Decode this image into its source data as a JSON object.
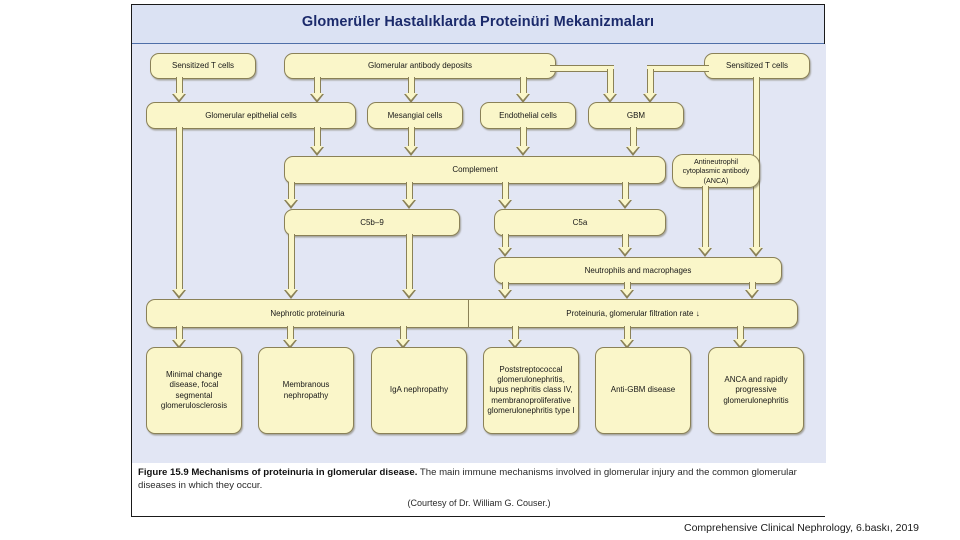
{
  "figure": {
    "title": "Glomerüler Hastalıklarda Proteinüri Mekanizmaları",
    "caption_bold": "Figure 15.9 Mechanisms of proteinuria in glomerular disease.",
    "caption_rest": " The main immune mechanisms involved in glomerular injury and the common glomerular diseases in which they occur.",
    "courtesy": "(Courtesy of Dr. William G. Couser.)",
    "source": "Comprehensive Clinical Nephrology, 6.baskı, 2019"
  },
  "colors": {
    "title_text": "#1b2a6b",
    "title_band": "#dbe2f3",
    "diagram_background": "#e2e6f4",
    "box_fill": "#faf6c9",
    "box_border": "#8a8157",
    "frame_border": "#1a1a1a"
  },
  "nodes": {
    "sensitized_t_cells_left": "Sensitized T cells",
    "glomerular_antibody_deposits": "Glomerular antibody deposits",
    "sensitized_t_cells_right": "Sensitized T cells",
    "glomerular_epithelial_cells": "Glomerular epithelial cells",
    "mesangial_cells": "Mesangial cells",
    "endothelial_cells": "Endothelial cells",
    "gbm": "GBM",
    "complement": "Complement",
    "anca": "Antineutrophil cytoplasmic antibody (ANCA)",
    "c5b9": "C5b–9",
    "c5a": "C5a",
    "neutrophils_macrophages": "Neutrophils and macrophages",
    "nephrotic_proteinuria": "Nephrotic proteinuria",
    "proteinuria_gfr": "Proteinuria, glomerular filtration rate ↓",
    "disease_minimal_change": "Minimal change disease, focal segmental glomerulosclerosis",
    "disease_membranous": "Membranous nephropathy",
    "disease_iga": "IgA nephropathy",
    "disease_poststrep": "Poststreptococcal glomerulonephritis, lupus nephritis class IV, membranoproliferative glomerulonephritis type I",
    "disease_anti_gbm": "Anti-GBM disease",
    "disease_anca_rpgn": "ANCA and rapidly progressive glomerulonephritis"
  }
}
